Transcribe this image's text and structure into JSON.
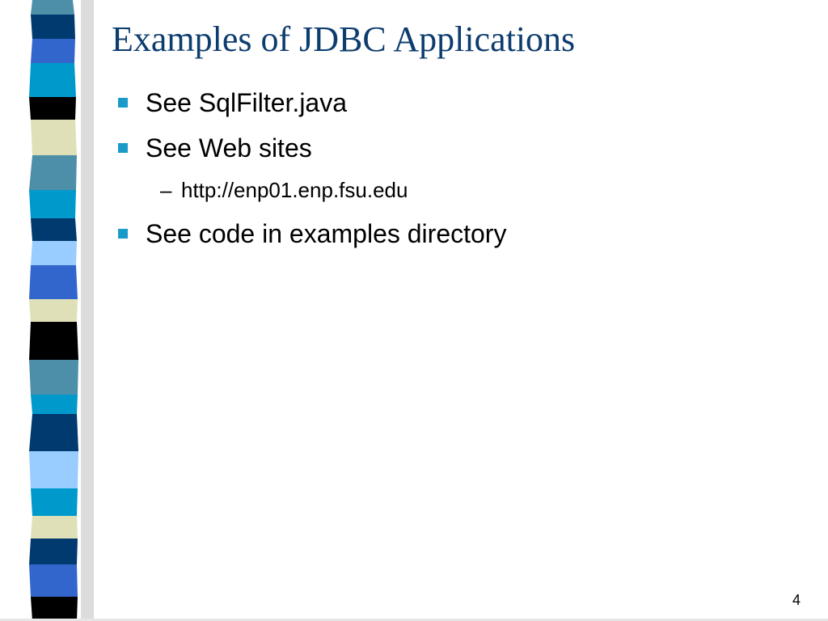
{
  "slide": {
    "title": "Examples of JDBC Applications",
    "bullets": [
      {
        "text": "See SqlFilter.java"
      },
      {
        "text": "See Web sites",
        "subitems": [
          {
            "text": "http://enp01.enp.fsu.edu"
          }
        ]
      },
      {
        "text": "See code in examples directory"
      }
    ],
    "sub_marker": "–",
    "page_number": "4"
  },
  "theme": {
    "title_color": "#0d3d6e",
    "bullet_color": "#1a9ac8",
    "strip_colors": [
      "#4d8fa8",
      "#003a6e",
      "#3366cc",
      "#000000",
      "#e0e0b8",
      "#0099cc",
      "#99ccff"
    ]
  }
}
